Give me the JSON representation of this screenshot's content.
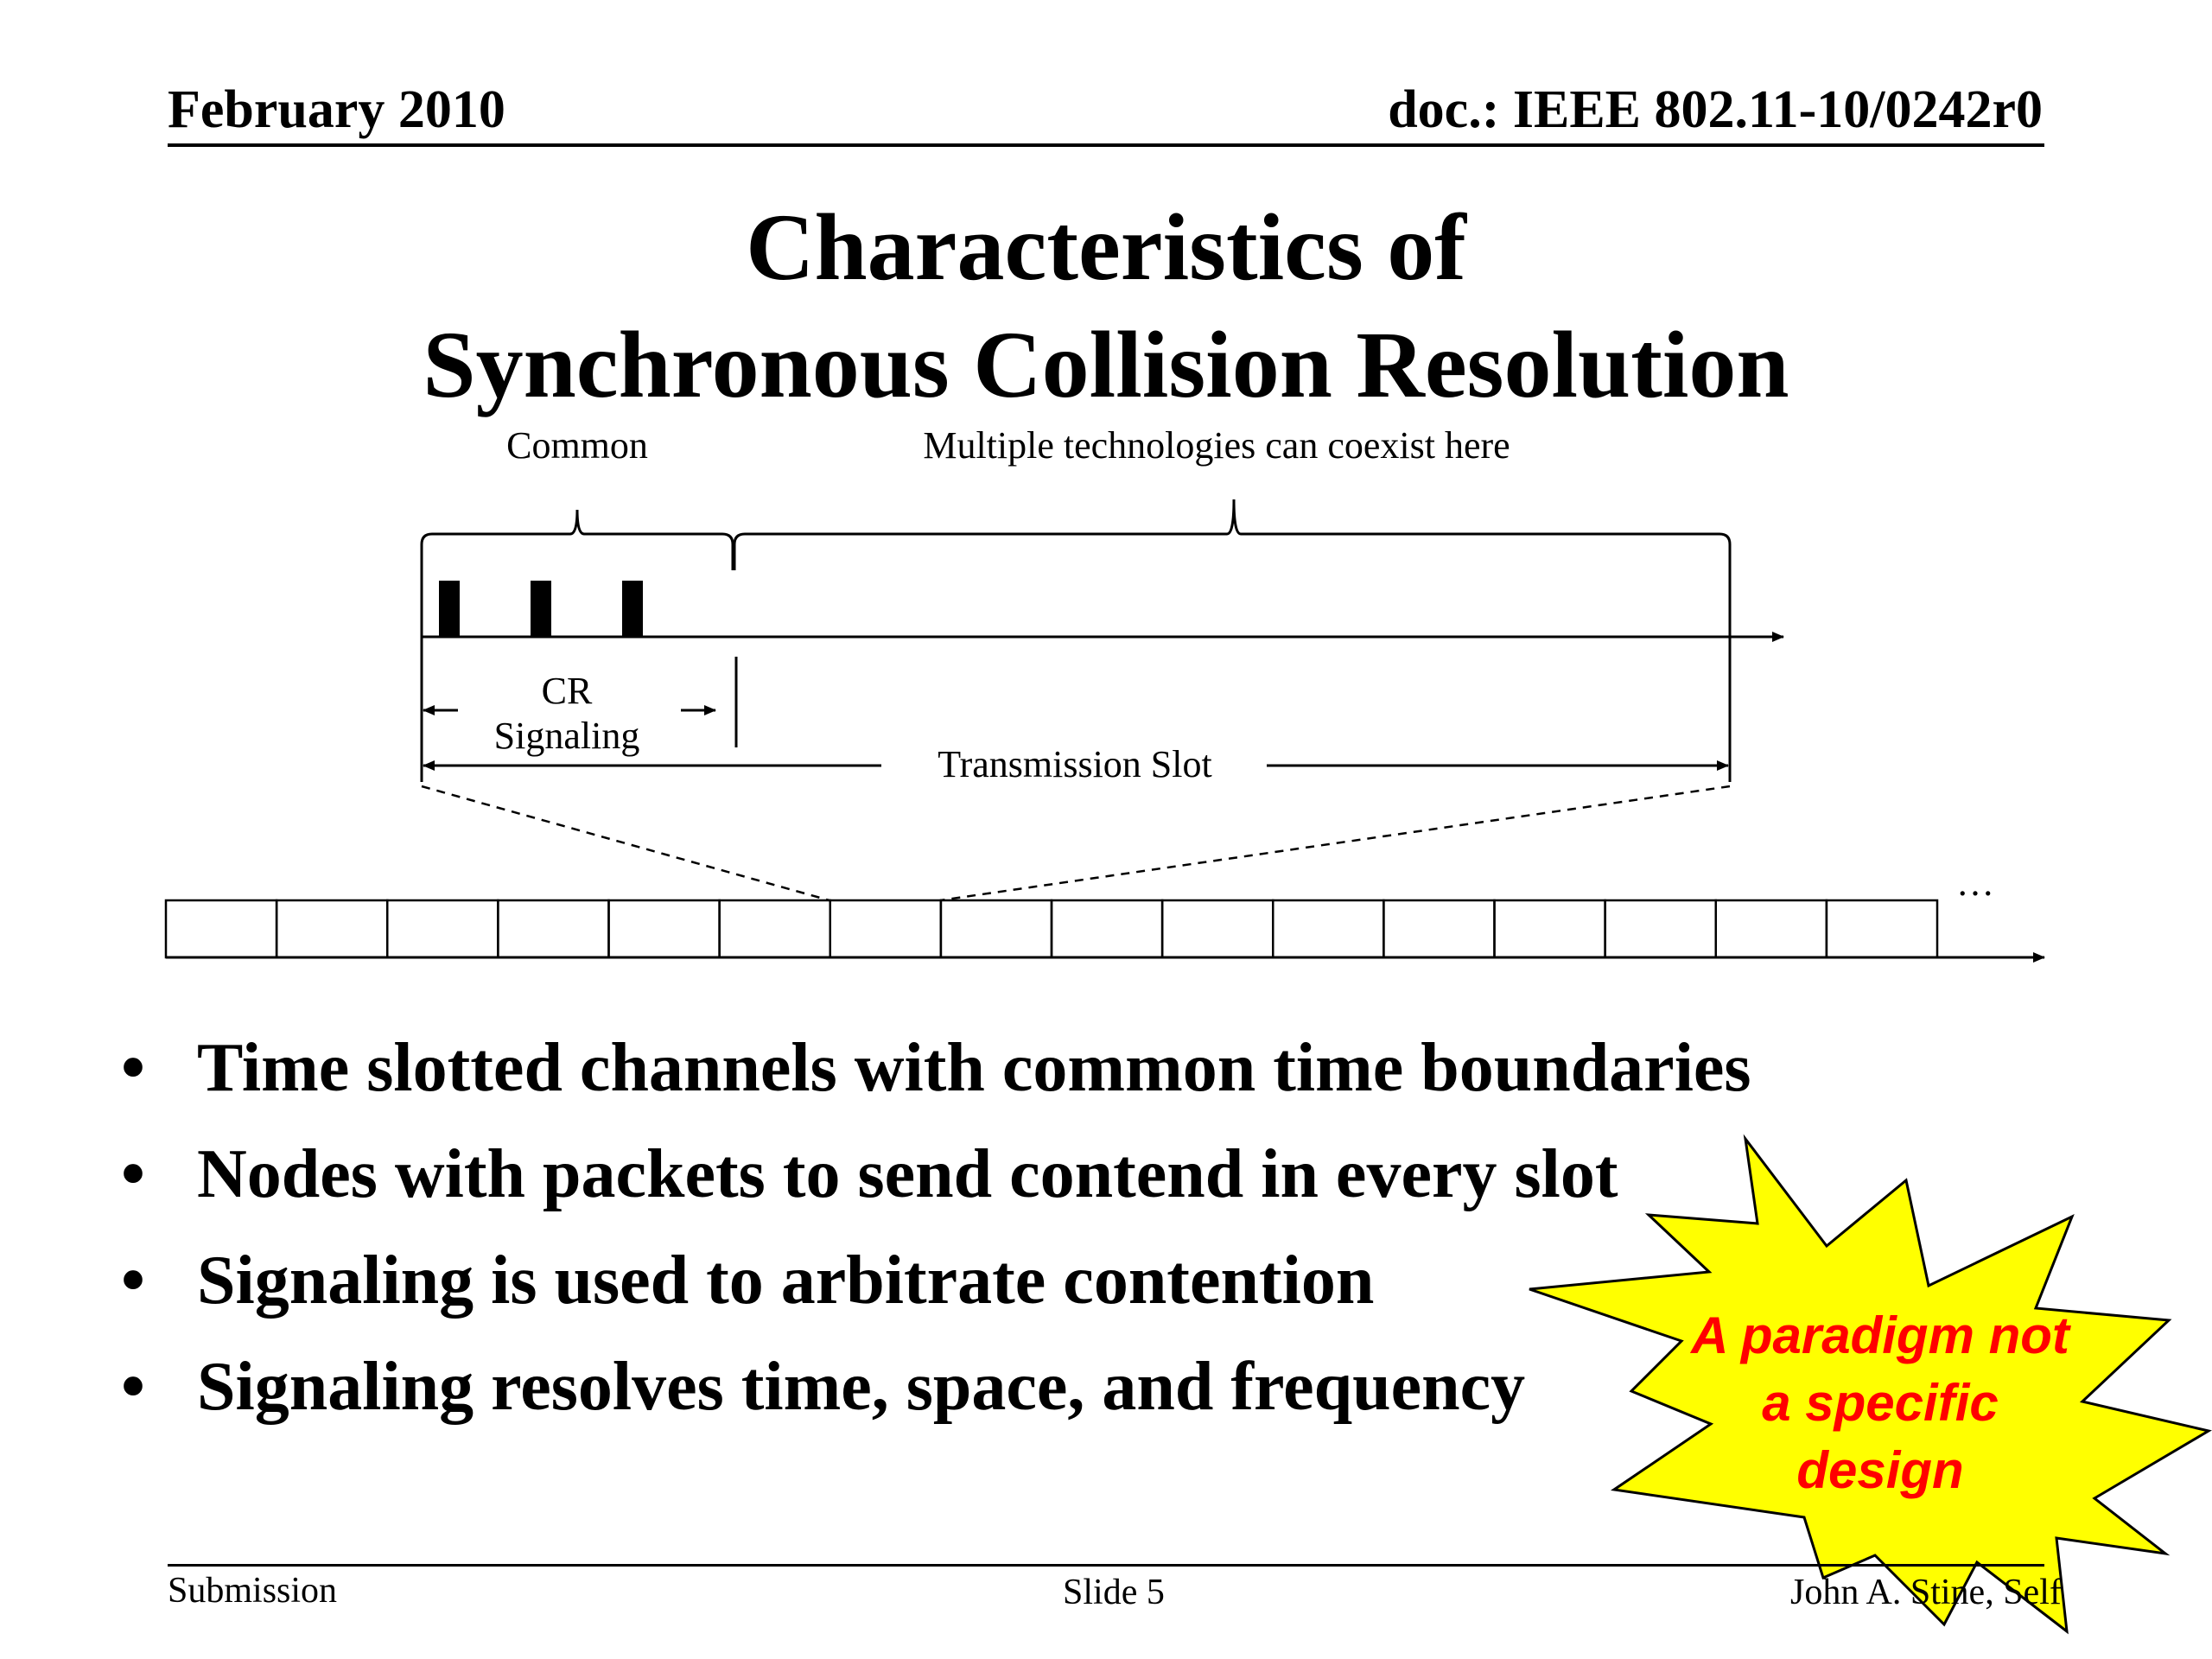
{
  "header": {
    "date": "February 2010",
    "doc_id": "doc.: IEEE 802.11-10/0242r0"
  },
  "title": {
    "line1": "Characteristics of",
    "line2": "Synchronous Collision Resolution"
  },
  "diagram": {
    "label_common": "Common",
    "label_multiple": "Multiple technologies can coexist here",
    "label_cr_line1": "CR",
    "label_cr_line2": "Signaling",
    "label_transmission_slot": "Transmission Slot",
    "ellipsis": "…",
    "signal_pulse_count": 3,
    "slot_count": 16
  },
  "bullets": [
    "Time slotted channels with common time boundaries",
    "Nodes with packets to send contend in every slot",
    "Signaling is used to arbitrate contention",
    "Signaling resolves time, space, and frequency"
  ],
  "callout": {
    "line1": "A paradigm not",
    "line2": "a specific",
    "line3": "design",
    "fill_color": "#ffff00",
    "text_color": "#ff0000"
  },
  "footer": {
    "left": "Submission",
    "center": "Slide 5",
    "right": "John A. Stine, Self"
  }
}
